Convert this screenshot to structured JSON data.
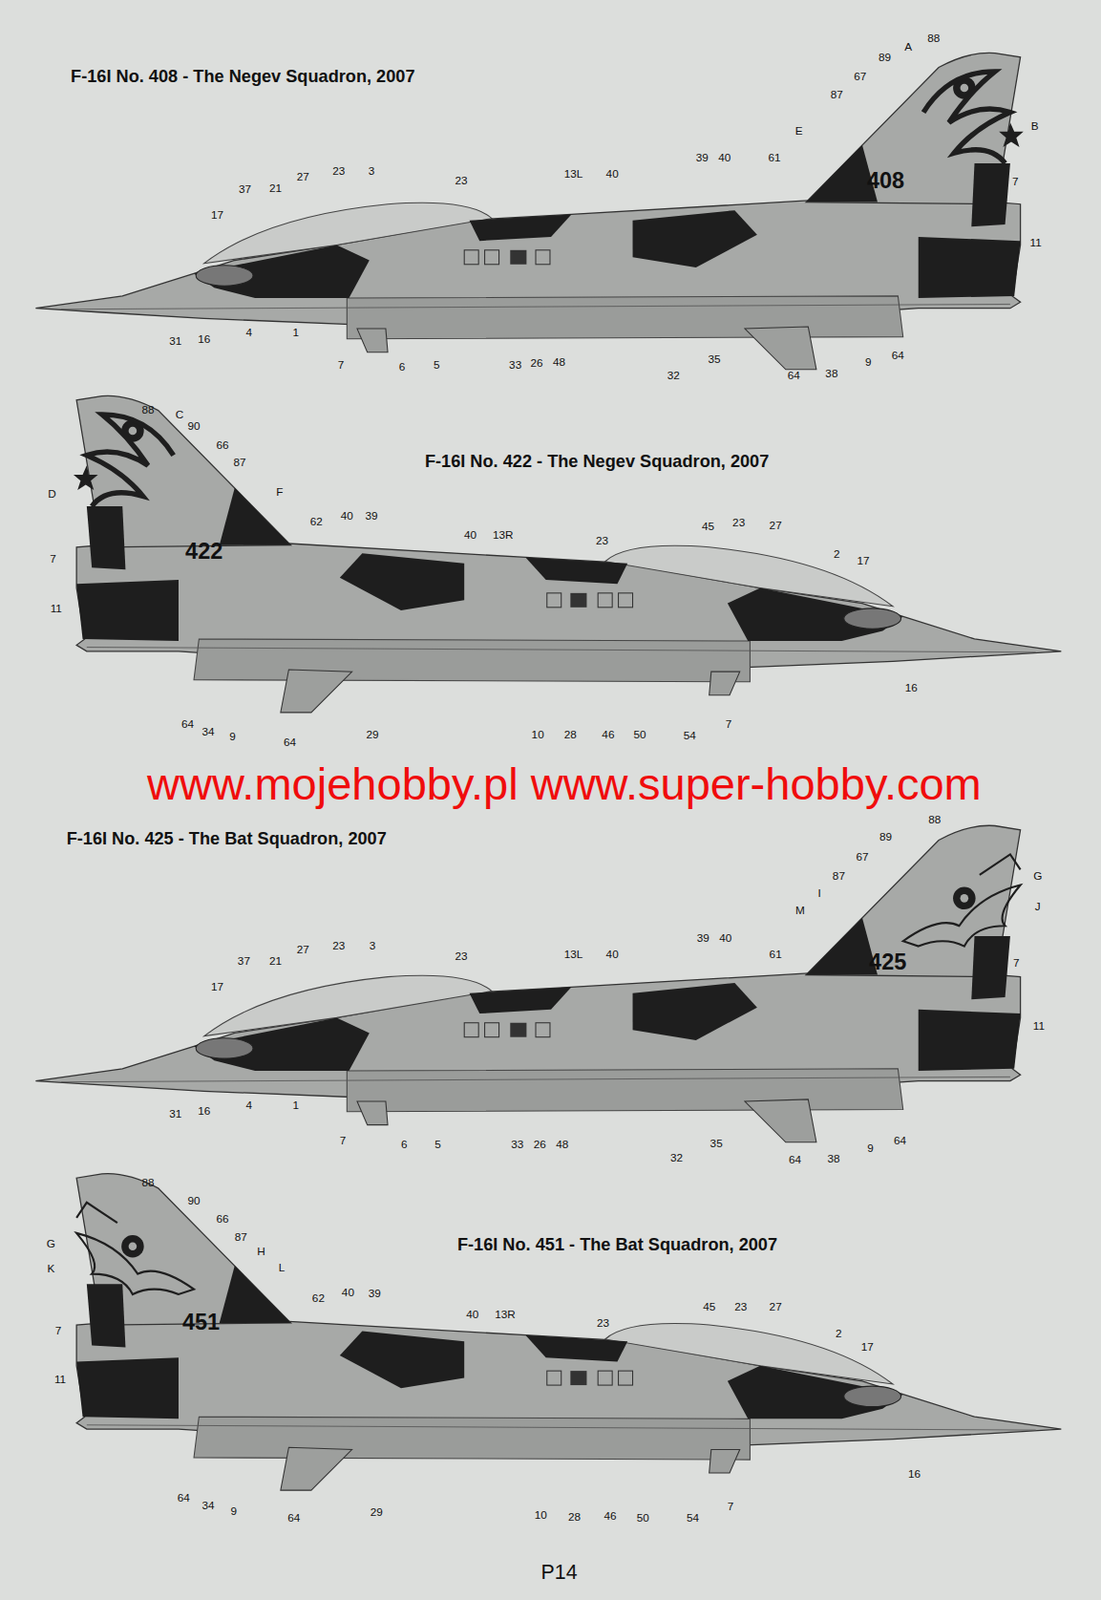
{
  "diagram": {
    "labels": [
      "F-16I No. 408 - The Negev Squadron, 2007",
      "88",
      "A",
      "89",
      "67",
      "87",
      "E",
      "B",
      "408",
      "7",
      "11",
      "39",
      "40",
      "61",
      "13L",
      "40",
      "23",
      "3",
      "23",
      "27",
      "21",
      "37",
      "17",
      "31",
      "16",
      "4",
      "1",
      "7",
      "6",
      "5",
      "33",
      "26",
      "48",
      "32",
      "35",
      "64",
      "38",
      "9",
      "64",
      "F-16I No. 422 - The Negev Squadron, 2007",
      "88",
      "C",
      "90",
      "66",
      "87",
      "D",
      "F",
      "7",
      "11",
      "422",
      "62",
      "40",
      "39",
      "40",
      "13R",
      "23",
      "45",
      "23",
      "27",
      "2",
      "17",
      "16",
      "64",
      "34",
      "9",
      "64",
      "29",
      "10",
      "28",
      "46",
      "50",
      "54",
      "7",
      "www.mojehobby.pl www.super-hobby.com",
      "F-16I No. 425 - The Bat Squadron, 2007",
      "88",
      "89",
      "67",
      "87",
      "I",
      "M",
      "G",
      "J",
      "7",
      "11",
      "425",
      "39",
      "40",
      "61",
      "13L",
      "40",
      "23",
      "3",
      "23",
      "27",
      "21",
      "37",
      "17",
      "31",
      "16",
      "4",
      "1",
      "7",
      "6",
      "5",
      "33",
      "26",
      "48",
      "32",
      "35",
      "64",
      "38",
      "9",
      "64",
      "F-16I No. 451 - The Bat Squadron, 2007",
      "88",
      "90",
      "66",
      "87",
      "H",
      "L",
      "G",
      "K",
      "7",
      "11",
      "451",
      "62",
      "40",
      "39",
      "40",
      "13R",
      "23",
      "45",
      "23",
      "27",
      "2",
      "17",
      "16",
      "64",
      "34",
      "9",
      "64",
      "29",
      "10",
      "28",
      "46",
      "50",
      "54",
      "7",
      "P14"
    ]
  }
}
